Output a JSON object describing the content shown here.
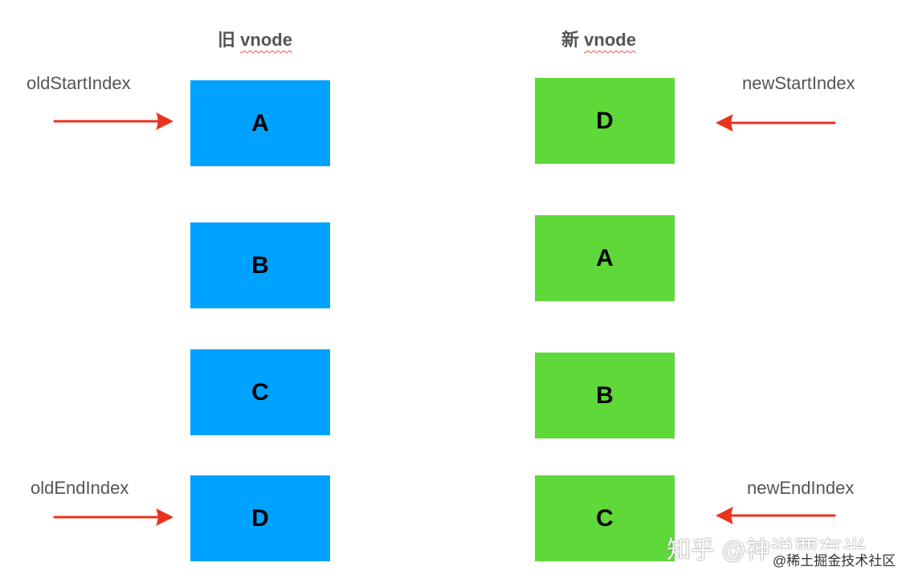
{
  "old": {
    "title_prefix": "旧",
    "title_word": "vnode",
    "color": "#00a2ff",
    "nodes": [
      "A",
      "B",
      "C",
      "D"
    ],
    "start_label": "oldStartIndex",
    "end_label": "oldEndIndex"
  },
  "new": {
    "title_prefix": "新",
    "title_word": "vnode",
    "color": "#5fd93a",
    "nodes": [
      "D",
      "A",
      "B",
      "C"
    ],
    "start_label": "newStartIndex",
    "end_label": "newEndIndex"
  },
  "arrow_color": "#e8321e",
  "watermark": {
    "main": "知乎 @神说要有光",
    "sub": "@稀土掘金技术社区"
  }
}
